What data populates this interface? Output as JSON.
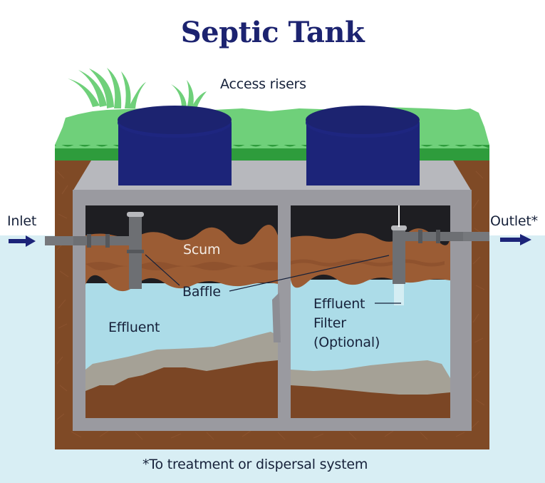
{
  "title": "Septic Tank",
  "labels": {
    "access_risers": "Access risers",
    "inlet": "Inlet",
    "outlet": "Outlet*",
    "scum": "Scum",
    "baffle": "Baffle",
    "effluent": "Effluent",
    "effluent_filter_line1": "Effluent",
    "effluent_filter_line2": "Filter",
    "effluent_filter_line3": "(Optional)",
    "footnote": "*To treatment or dispersal system"
  },
  "colors": {
    "title": "#1c2370",
    "riser": "#1c2479",
    "grass_light": "#6fd07a",
    "grass_dark": "#2e9c3c",
    "soil": "#7f4a26",
    "concrete": "#9a9aa0",
    "scum": "#9b5c34",
    "effluent": "#acdce8",
    "sludge_gray": "#a5a196",
    "sludge_brown": "#7b4625",
    "groundwater": "#d8eef4",
    "pipe": "#6d6f73",
    "arrow": "#1c2479"
  }
}
